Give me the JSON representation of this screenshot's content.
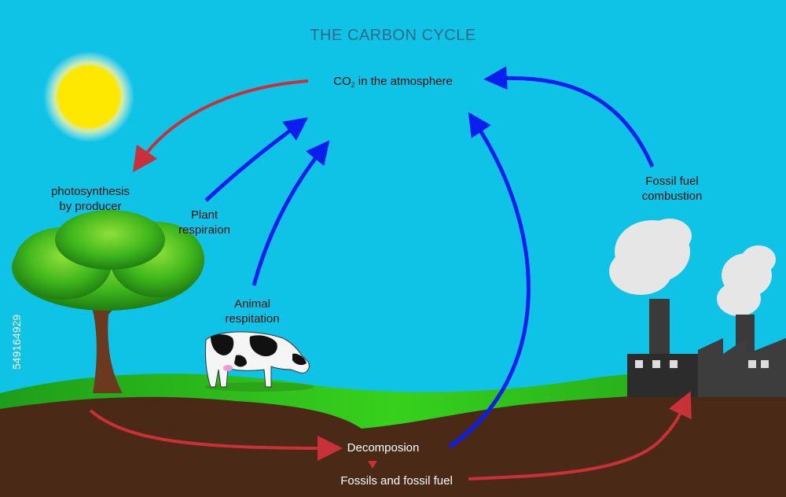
{
  "title": "THE CARBON CYCLE",
  "labels": {
    "co2_main": "CO",
    "co2_sub": "2",
    "co2_rest": " in the atmosphere",
    "photosynthesis_line1": "photosynthesis",
    "photosynthesis_line2": "by producer",
    "plant_resp_line1": "Plant",
    "plant_resp_line2": "respiraion",
    "animal_resp_line1": "Animal",
    "animal_resp_line2": "respitation",
    "fossil_comb_line1": "Fossil fuel",
    "fossil_comb_line2": "combustion",
    "decomposition": "Decomposion",
    "fossils": "Fossils and fossil fuel"
  },
  "watermark": "549164929",
  "colors": {
    "sky": "#0fc3e6",
    "ground": "#4a2a17",
    "grass": "#2fb51a",
    "red_arrow": "#c8303a",
    "blue_arrow": "#0a1ef0",
    "sun": "#ffe600",
    "smoke": "#e6e6e6",
    "factory": "#3a3a3a"
  }
}
